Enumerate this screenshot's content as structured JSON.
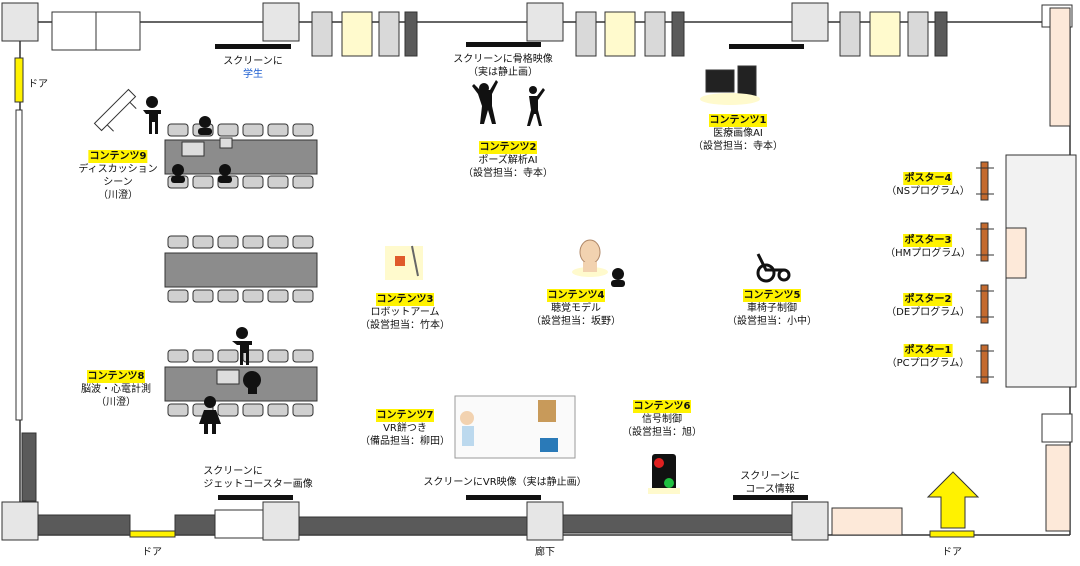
{
  "doors": {
    "left": "ドア",
    "bottom_left": "ドア",
    "bottom_right": "ドア"
  },
  "corridor": "廊下",
  "screens": {
    "s1_line1": "スクリーンに",
    "s1_line2": "学生",
    "s2_line1": "スクリーンに骨格映像",
    "s2_line2": "（実は静止画）",
    "s3_line1": "スクリーンに",
    "s3_line2": "ジェットコースター画像",
    "s4": "スクリーンにVR映像（実は静止画）",
    "s5_line1": "スクリーンに",
    "s5_line2": "コース情報"
  },
  "contents": {
    "c1": {
      "title": "コンテンツ1",
      "l1": "医療画像AI",
      "l2": "（設営担当：寺本）"
    },
    "c2": {
      "title": "コンテンツ2",
      "l1": "ポーズ解析AI",
      "l2": "（設営担当：寺本）"
    },
    "c3": {
      "title": "コンテンツ3",
      "l1": "ロボットアーム",
      "l2": "（設営担当：竹本）"
    },
    "c4": {
      "title": "コンテンツ4",
      "l1": "聴覚モデル",
      "l2": "（設営担当：坂野）"
    },
    "c5": {
      "title": "コンテンツ5",
      "l1": "車椅子制御",
      "l2": "（設営担当：小中）"
    },
    "c6": {
      "title": "コンテンツ6",
      "l1": "信号制御",
      "l2": "（設営担当：旭）"
    },
    "c7": {
      "title": "コンテンツ7",
      "l1": "VR餅つき",
      "l2": "（備品担当：柳田）"
    },
    "c8": {
      "title": "コンテンツ8",
      "l1": "脳波・心電計測",
      "l2": "（川澄）"
    },
    "c9": {
      "title": "コンテンツ9",
      "l1": "ディスカッション",
      "l2": "シーン",
      "l3": "（川澄）"
    }
  },
  "posters": {
    "p4": {
      "title": "ポスター4",
      "l1": "（NSプログラム）"
    },
    "p3": {
      "title": "ポスター3",
      "l1": "（HMプログラム）"
    },
    "p2": {
      "title": "ポスター2",
      "l1": "（DEプログラム）"
    },
    "p1": {
      "title": "ポスター1",
      "l1": "（PCプログラム）"
    }
  },
  "colors": {
    "highlight": "#fff200",
    "pillar": "#e6e6e6",
    "table": "#8c8c8c",
    "wall_dark": "#5a5a5a",
    "arrow": "#fff200",
    "poster_board": "#c46a2e",
    "peach": "#fde9d9",
    "cream": "#fffacd",
    "blue_text": "#1f5fd0"
  }
}
